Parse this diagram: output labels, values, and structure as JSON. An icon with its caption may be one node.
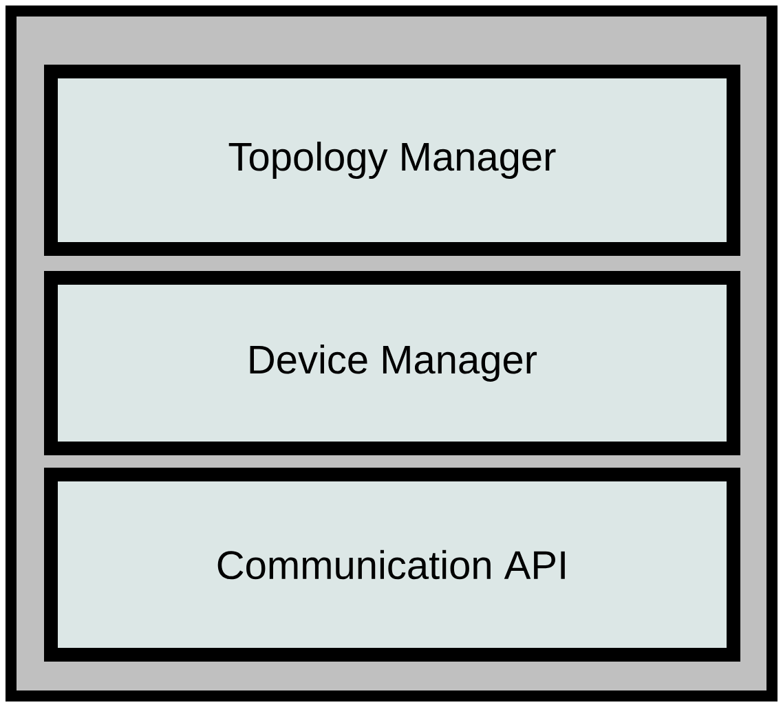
{
  "diagram": {
    "nodes": [
      {
        "text": [],
        "shape": "box"
      },
      {
        "text": [
          "Topology Manager"
        ],
        "in": 0
      },
      {
        "text": [
          "Device Manager"
        ],
        "in": 0
      },
      {
        "text": [
          "Communication API"
        ],
        "in": 0
      }
    ]
  }
}
